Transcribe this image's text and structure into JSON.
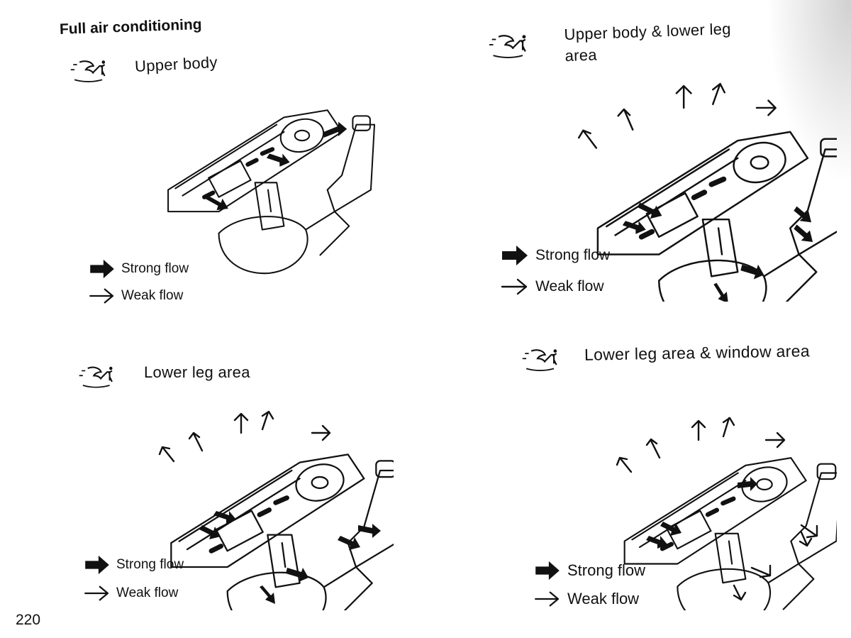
{
  "title": "Full air conditioning",
  "page_number": "220",
  "icons": {
    "mode": "airflow-mode-icon",
    "strong": "strong-flow-arrow-icon",
    "weak": "weak-flow-arrow-icon"
  },
  "sections": [
    {
      "heading": "Upper body",
      "legend": {
        "strong": "Strong flow",
        "weak": "Weak flow"
      }
    },
    {
      "heading_line1": "Upper body & lower leg",
      "heading_line2": "area",
      "legend": {
        "strong": "Strong flow",
        "weak": "Weak flow"
      }
    },
    {
      "heading": "Lower leg area",
      "legend": {
        "strong": "Strong flow",
        "weak": "Weak flow"
      }
    },
    {
      "heading": "Lower leg area & window area",
      "legend": {
        "strong": "Strong flow",
        "weak": "Weak flow"
      }
    }
  ]
}
